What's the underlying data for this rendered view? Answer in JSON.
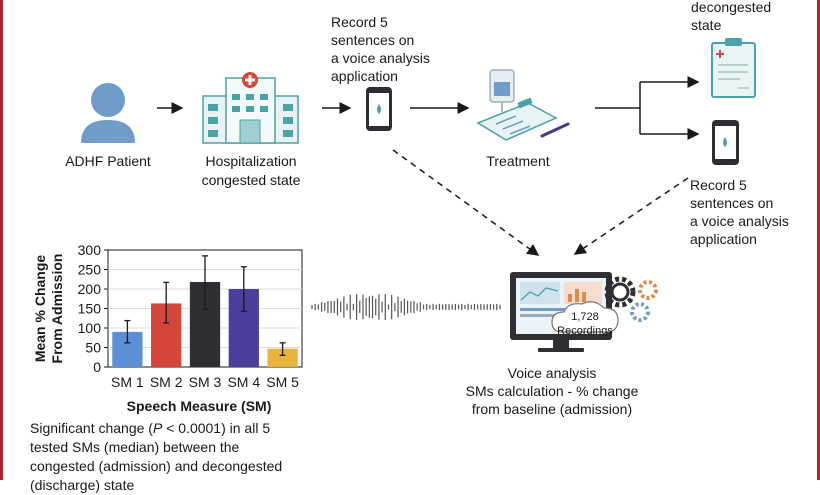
{
  "colors": {
    "frame": "#b3222a",
    "patient": "#6f9cc9",
    "teal": "#4aa3a8",
    "arrow": "#1a1a1a"
  },
  "flow": {
    "patient_label": "ADHF Patient",
    "hospital_label_1": "Hospitalization",
    "hospital_label_2": "congested state",
    "record_top": [
      "Record 5",
      "sentences on",
      "a voice analysis",
      "application"
    ],
    "treatment_label": "Treatment",
    "decongested_top": [
      "decongested",
      "state"
    ],
    "record_bottom": [
      "Record 5",
      "sentences on",
      "a voice analysis",
      "application"
    ],
    "recordings_count": "1,728",
    "recordings_label": "Recordings",
    "voice_analysis": [
      "Voice analysis",
      "SMs calculation - % change",
      "from baseline (admission)"
    ]
  },
  "chart_data": {
    "type": "bar",
    "categories": [
      "SM 1",
      "SM 2",
      "SM 3",
      "SM 4",
      "SM 5"
    ],
    "values": [
      90,
      163,
      218,
      200,
      47
    ],
    "errors_low": [
      62,
      113,
      148,
      143,
      30
    ],
    "errors_high": [
      119,
      217,
      285,
      257,
      62
    ],
    "colors": [
      "#5b8fd6",
      "#d4463a",
      "#2f2f33",
      "#4a3f9a",
      "#e8b33a"
    ],
    "ylim": [
      0,
      300
    ],
    "yticks": [
      0,
      50,
      100,
      150,
      200,
      250,
      300
    ],
    "ylabel_1": "Mean % Change",
    "ylabel_2": "From Admission",
    "xlabel": "Speech Measure (SM)"
  },
  "summary": {
    "line1_prefix": "Significant change (",
    "line1_p": "P",
    "line1_suffix": " < 0.0001) in all 5",
    "line2": "tested SMs (median) between the",
    "line3": "congested (admission) and decongested",
    "line4": "(discharge) state"
  }
}
